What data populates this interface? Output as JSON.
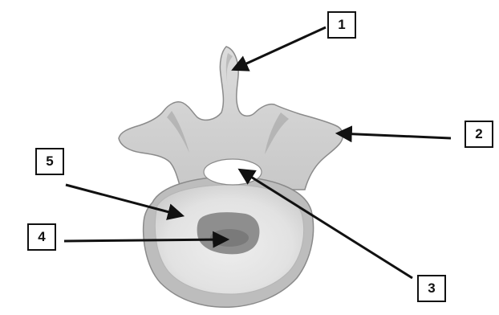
{
  "labels": [
    "1",
    "2",
    "3",
    "4",
    "5"
  ],
  "colors": {
    "bone_fill": "#d3d3d3",
    "bone_shadow": "#a9a9a9",
    "bone_outline": "#8a8a8a",
    "body_rim": "#bdbdbd",
    "body_face": "#e6e6e6",
    "nucleus": "#8e8e8e",
    "nucleus_core": "#7a7a7a",
    "arrow": "#111111"
  }
}
